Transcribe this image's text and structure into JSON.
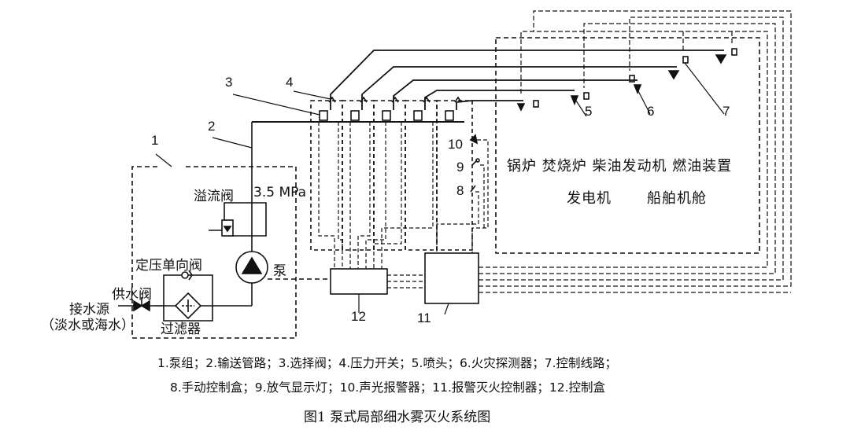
{
  "labels": {
    "relief_valve": "溢流阀",
    "pressure": "3.5 MPa",
    "check_valve": "定压单向阀",
    "supply_valve": "供水阀",
    "pump": "泵",
    "water_source": "接水源",
    "water_type": "（淡水或海水）",
    "filter": "过滤器"
  },
  "numbers": {
    "n1": "1",
    "n2": "2",
    "n3": "3",
    "n4": "4",
    "n5": "5",
    "n6": "6",
    "n7": "7",
    "n8": "8",
    "n9": "9",
    "n10": "10",
    "n11": "11",
    "n12": "12"
  },
  "room": {
    "line1": "锅炉  焚烧炉  柴油发动机  燃油装置",
    "line2": "发电机",
    "line3": "船舶机舱"
  },
  "legend": {
    "line1": "1.泵组；2.输送管路；3.选择阀；4.压力开关；5.喷头；6.火灾探测器；7.控制线路；",
    "line2": "8.手动控制盒；9.放气显示灯；10.声光报警器；11.报警灭火控制器；12.控制盒"
  },
  "caption": "图1  泵式局部细水雾灭火系统图"
}
